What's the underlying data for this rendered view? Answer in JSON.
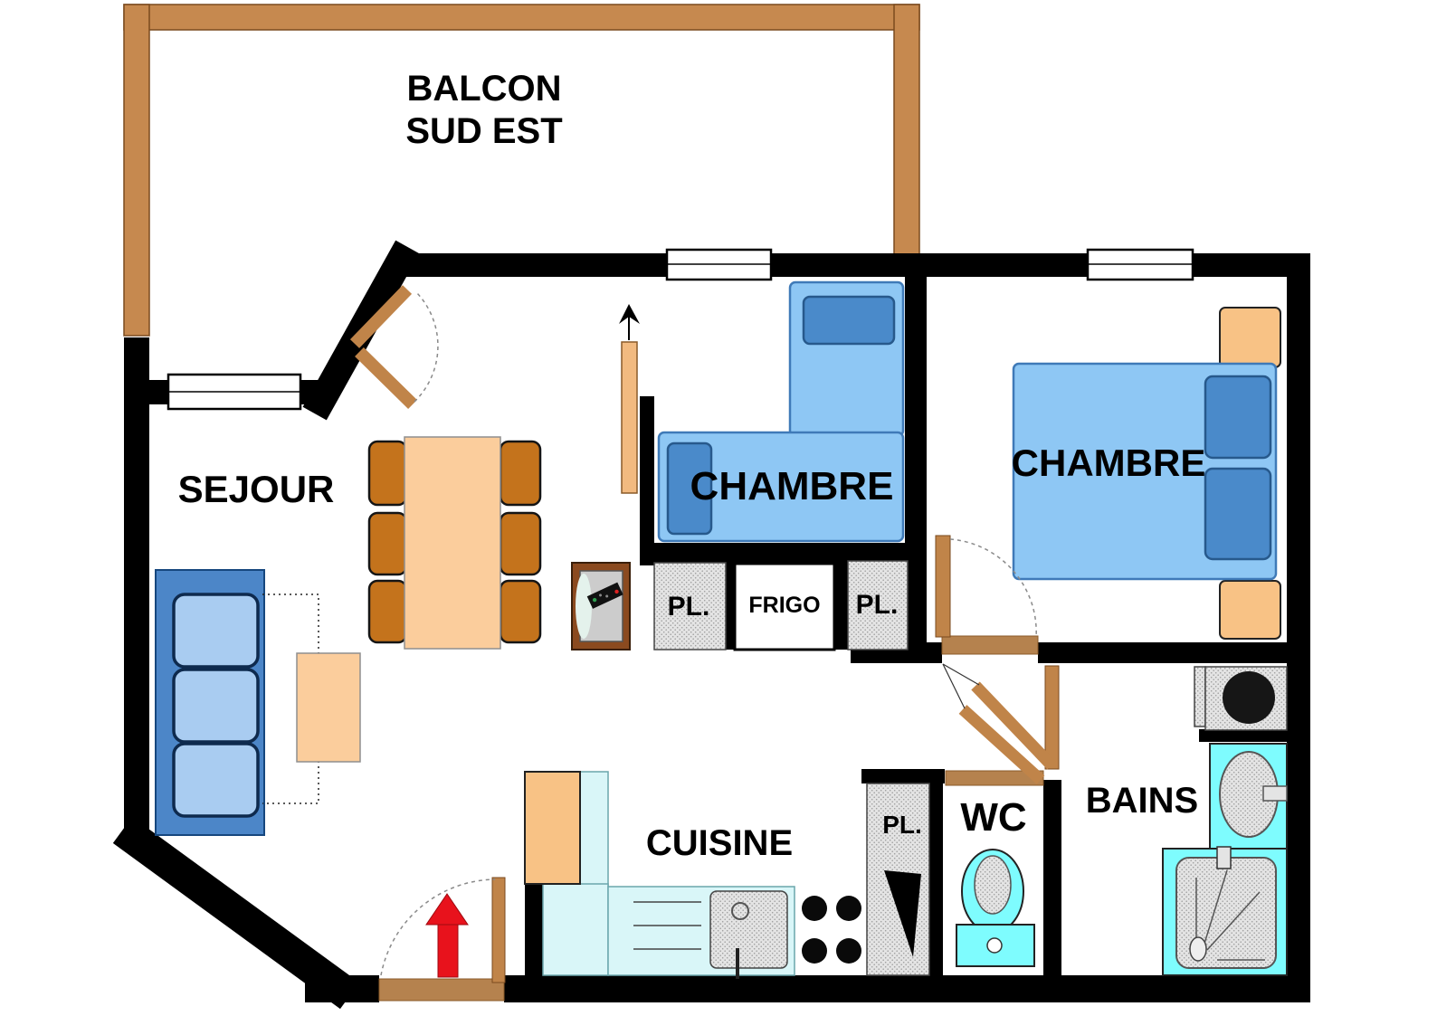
{
  "plan": {
    "balcony": {
      "label_line1": "BALCON",
      "label_line2": "SUD EST"
    },
    "living_room": {
      "label": "SEJOUR"
    },
    "bedroom_1": {
      "label": "CHAMBRE"
    },
    "bedroom_2": {
      "label": "CHAMBRE"
    },
    "kitchen": {
      "label": "CUISINE"
    },
    "toilet": {
      "label": "WC"
    },
    "bathroom": {
      "label": "BAINS"
    },
    "fridge": {
      "label": "FRIGO"
    },
    "closet_hall_left": {
      "label": "PL."
    },
    "closet_hall_right": {
      "label": "PL."
    },
    "closet_kitchen": {
      "label": "PL."
    }
  },
  "colors": {
    "wall": "#000000",
    "balcony_wood": "#C6894F",
    "door_wood": "#C08449",
    "threshold_wood": "#B5824E",
    "furniture_peach": "#FBCD9C",
    "cabinet_orange": "#F8C285",
    "chair_brown": "#C4731C",
    "bed_blue": "#8EC7F4",
    "pillow_blue": "#4A8ACA",
    "sofa_blue": "#4C86C8",
    "sofa_cushion_blue": "#A9CCF1",
    "counter_cyan": "#D9F6F8",
    "fixture_cyan": "#7EFCFE",
    "appliance_gray": "#E4E4E4",
    "entry_arrow_red": "#E8121C"
  }
}
